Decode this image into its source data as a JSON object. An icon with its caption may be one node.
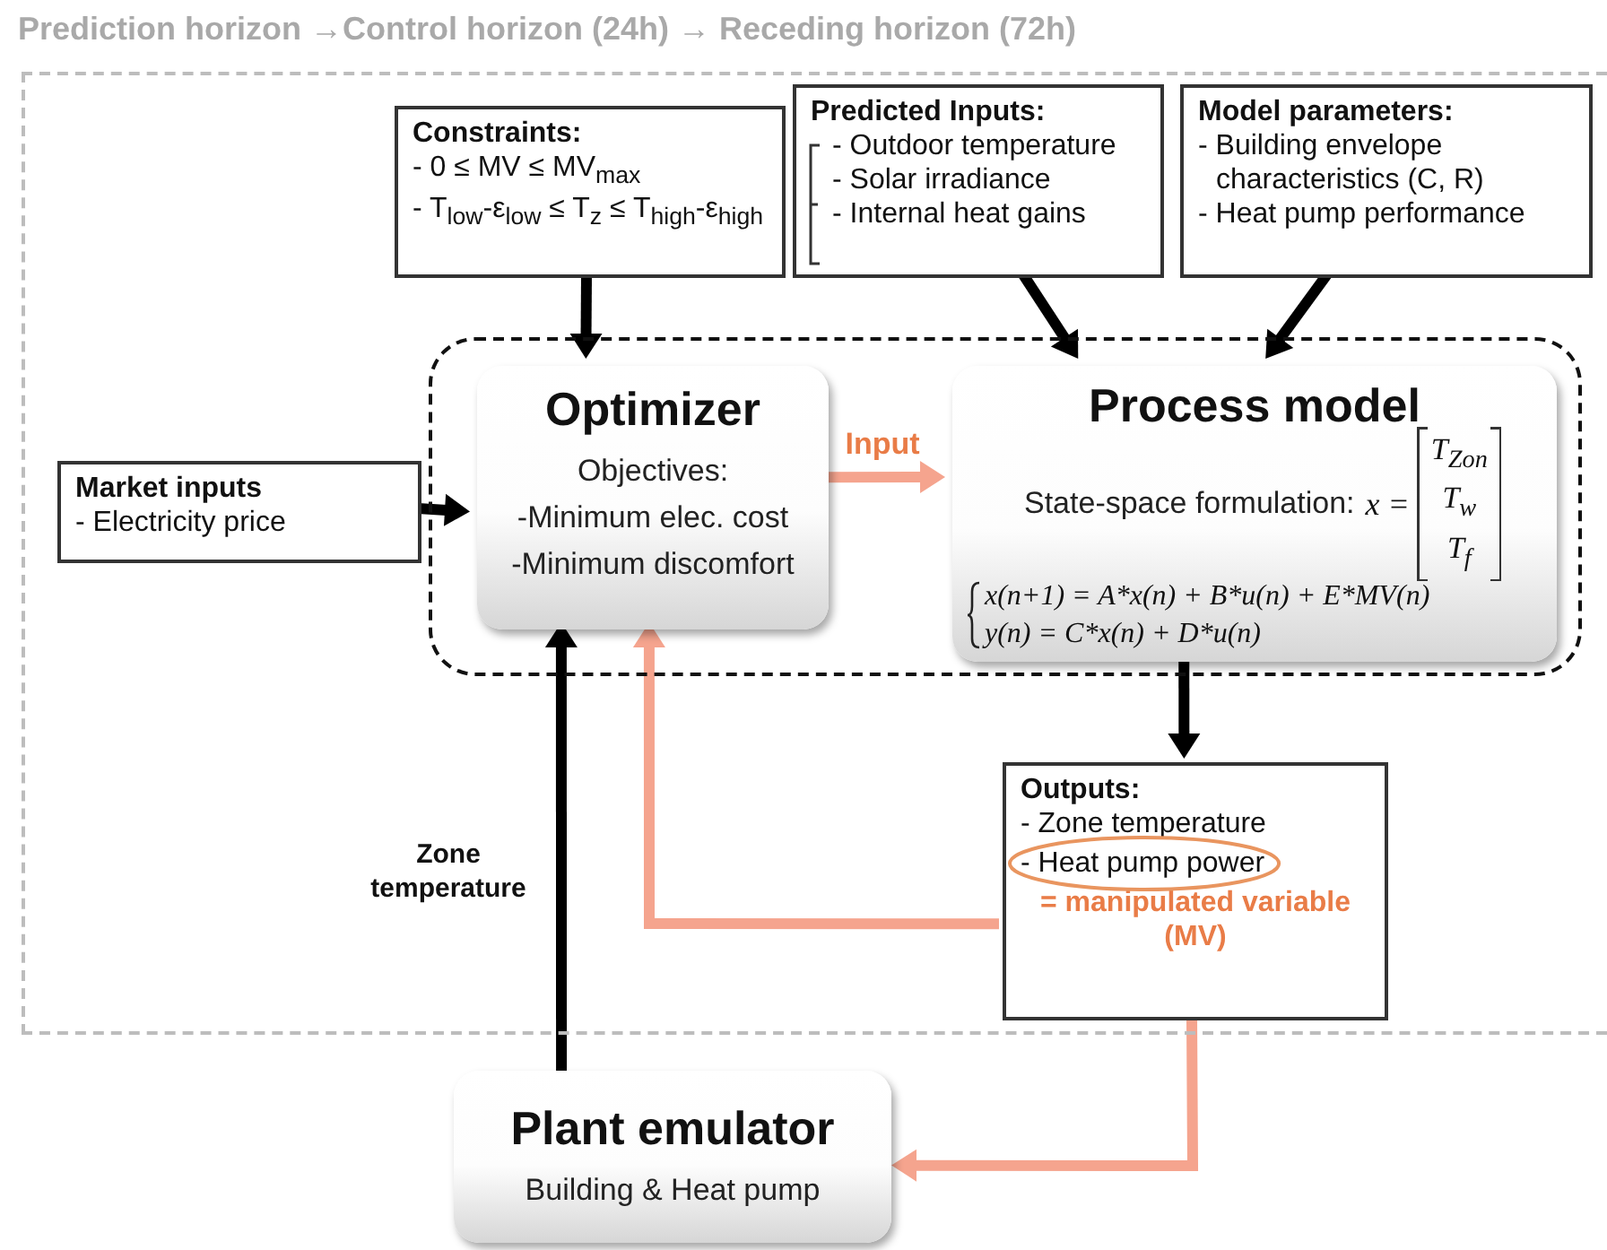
{
  "diagram": {
    "nodes": [
      {
        "text": [
          "Prediction horizon →Control horizon (24h) → Receding horizon (72h)"
        ]
      },
      {
        "text": [
          "Constraints:",
          "- 0 ≤ MV ≤ MV$_{max}$",
          "- T$_{low}$-ε$_{low}$ ≤ T$_{z}$ ≤ T$_{high}$-ε$_{high}$"
        ],
        "in": 0
      },
      {
        "text": [
          "Predicted Inputs:",
          "- Outdoor temperature",
          "- Solar irradiance",
          "- Internal heat gains"
        ],
        "in": 0
      },
      {
        "text": [
          "Model parameters:",
          "- Building envelope characteristics (C, R)",
          "- Heat pump performance"
        ],
        "in": 0
      },
      {
        "text": [],
        "shape": "box",
        "in": 0
      },
      {
        "text": [
          "Optimizer",
          "Objectives:",
          "-Minimum elec. cost",
          "-Minimum discomfort"
        ],
        "in": 4
      },
      {
        "text": [
          "Process model",
          "State-space formulation:",
          "x =",
          "T$_{Zon}$",
          "T$_{w}$",
          "T$_{f}$",
          "x(n+1) = A*x(n) + B*u(n) + E*MV(n)",
          "y(n) = C*x(n) + D*u(n)"
        ],
        "in": 4
      },
      {
        "text": [
          "Market inputs",
          "- Electricity price"
        ],
        "in": 0
      },
      {
        "text": [
          "Outputs:",
          "- Zone temperature",
          "- Heat pump power",
          "= manipulated variable (MV)"
        ],
        "in": 0
      },
      {
        "text": [
          "Plant emulator",
          "Building & Heat pump"
        ]
      }
    ],
    "edges": [
      {
        "from": 1,
        "to": 5,
        "arrow": "to"
      },
      {
        "from": 2,
        "to": 6,
        "arrow": "to"
      },
      {
        "from": 3,
        "to": 6,
        "arrow": "to"
      },
      {
        "from": 7,
        "to": 5,
        "arrow": "to"
      },
      {
        "from": 5,
        "to": 6,
        "arrow": "to",
        "label": "Input",
        "color": "#f5a48e"
      },
      {
        "from": 6,
        "to": 8,
        "arrow": "to"
      },
      {
        "from": 9,
        "to": 5,
        "arrow": "to",
        "label": "Zone temperature"
      },
      {
        "from": 8,
        "to": 5,
        "arrow": "to",
        "color": "#f5a48e"
      },
      {
        "from": 8,
        "to": 9,
        "arrow": "to",
        "color": "#f5a48e"
      }
    ]
  }
}
